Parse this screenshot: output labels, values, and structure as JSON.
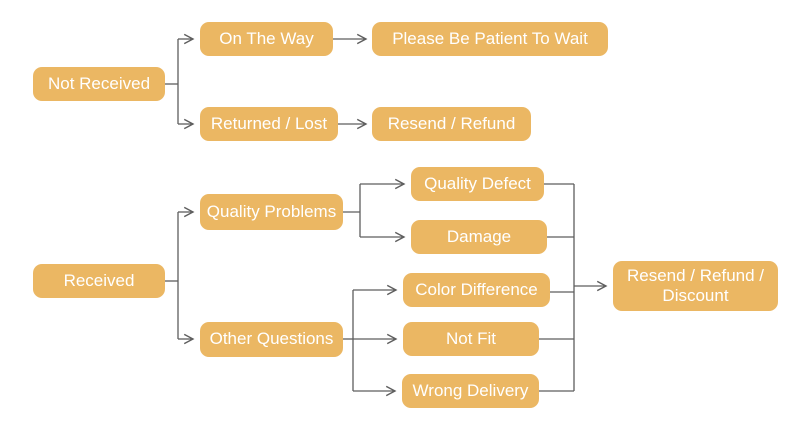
{
  "diagram": {
    "type": "flowchart",
    "colors": {
      "node_fill": "#ebb763",
      "node_text": "#ffffff",
      "connector": "#5e5e5e"
    },
    "nodes": {
      "not_received": {
        "label": "Not Received"
      },
      "on_the_way": {
        "label": "On The Way"
      },
      "please_be_patient": {
        "label": "Please Be Patient To Wait"
      },
      "returned_lost": {
        "label": "Returned / Lost"
      },
      "resend_refund": {
        "label": "Resend / Refund"
      },
      "received": {
        "label": "Received"
      },
      "quality_problems": {
        "label": "Quality Problems"
      },
      "quality_defect": {
        "label": "Quality Defect"
      },
      "damage": {
        "label": "Damage"
      },
      "other_questions": {
        "label": "Other Questions"
      },
      "color_difference": {
        "label": "Color Difference"
      },
      "not_fit": {
        "label": "Not Fit"
      },
      "wrong_delivery": {
        "label": "Wrong Delivery"
      },
      "resend_refund_discount": {
        "label": "Resend / Refund / Discount"
      }
    },
    "edges": [
      {
        "from": "not_received",
        "to": "on_the_way"
      },
      {
        "from": "not_received",
        "to": "returned_lost"
      },
      {
        "from": "on_the_way",
        "to": "please_be_patient"
      },
      {
        "from": "returned_lost",
        "to": "resend_refund"
      },
      {
        "from": "received",
        "to": "quality_problems"
      },
      {
        "from": "received",
        "to": "other_questions"
      },
      {
        "from": "quality_problems",
        "to": "quality_defect"
      },
      {
        "from": "quality_problems",
        "to": "damage"
      },
      {
        "from": "other_questions",
        "to": "color_difference"
      },
      {
        "from": "other_questions",
        "to": "not_fit"
      },
      {
        "from": "other_questions",
        "to": "wrong_delivery"
      },
      {
        "from": "quality_defect",
        "to": "resend_refund_discount"
      },
      {
        "from": "damage",
        "to": "resend_refund_discount"
      },
      {
        "from": "color_difference",
        "to": "resend_refund_discount"
      },
      {
        "from": "not_fit",
        "to": "resend_refund_discount"
      },
      {
        "from": "wrong_delivery",
        "to": "resend_refund_discount"
      }
    ]
  }
}
